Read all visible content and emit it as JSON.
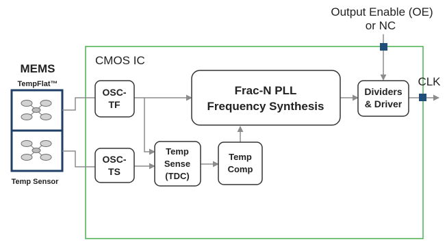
{
  "output_enable": {
    "line1": "Output Enable (OE)",
    "line2": "or NC"
  },
  "cmos_ic": {
    "label": "CMOS IC"
  },
  "mems": {
    "title": "MEMS",
    "tempflat_label": "TempFlat™",
    "temp_sensor_label": "Temp Sensor"
  },
  "blocks": {
    "osc_tf": {
      "line1": "OSC-",
      "line2": "TF"
    },
    "osc_ts": {
      "line1": "OSC-",
      "line2": "TS"
    },
    "pll": {
      "line1": "Frac-N PLL",
      "line2": "Frequency Synthesis"
    },
    "dividers": {
      "line1": "Dividers",
      "line2": "& Driver"
    },
    "temp_sense": {
      "line1": "Temp",
      "line2": "Sense",
      "line3": "(TDC)"
    },
    "temp_comp": {
      "line1": "Temp",
      "line2": "Comp"
    }
  },
  "clk": {
    "label": "CLK"
  },
  "colors": {
    "cmos_border": "#4caf50",
    "block_border": "#333333",
    "arrow": "#8c8c8c",
    "mems_border": "#1f3f66",
    "pin": "#1f4e79",
    "text": "#222222"
  }
}
